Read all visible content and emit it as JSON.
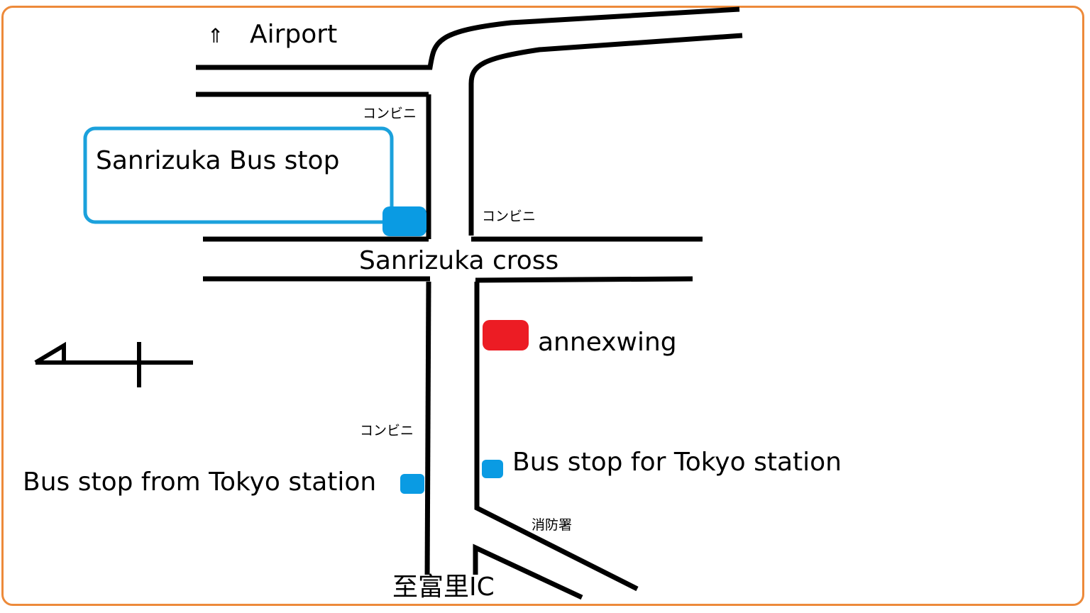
{
  "colors": {
    "frame": "#ed8a3a",
    "road": "#000000",
    "bus_stop": "#0a9be3",
    "hotel": "#ec1c24",
    "callout": "#1ba1dc"
  },
  "labels": {
    "airport_arrow": "⇑",
    "airport": "Airport",
    "sanrizuka_bus_stop": "Sanrizuka Bus stop",
    "sanrizuka_cross": "Sanrizuka cross",
    "konbini_1": "コンビニ",
    "konbini_2": "コンビニ",
    "konbini_3": "コンビニ",
    "annexwing": "annexwing",
    "bus_stop_for_tokyo": "Bus stop for Tokyo station",
    "bus_stop_from_tokyo": "Bus stop from Tokyo station",
    "fire_station": "消防署",
    "tomisato_ic": "至富里IC"
  },
  "icons": {
    "airport_arrow": "double-up-arrow-icon",
    "bus_stop_marker": "bus-stop-marker-icon",
    "hotel_marker": "hotel-marker-icon"
  }
}
